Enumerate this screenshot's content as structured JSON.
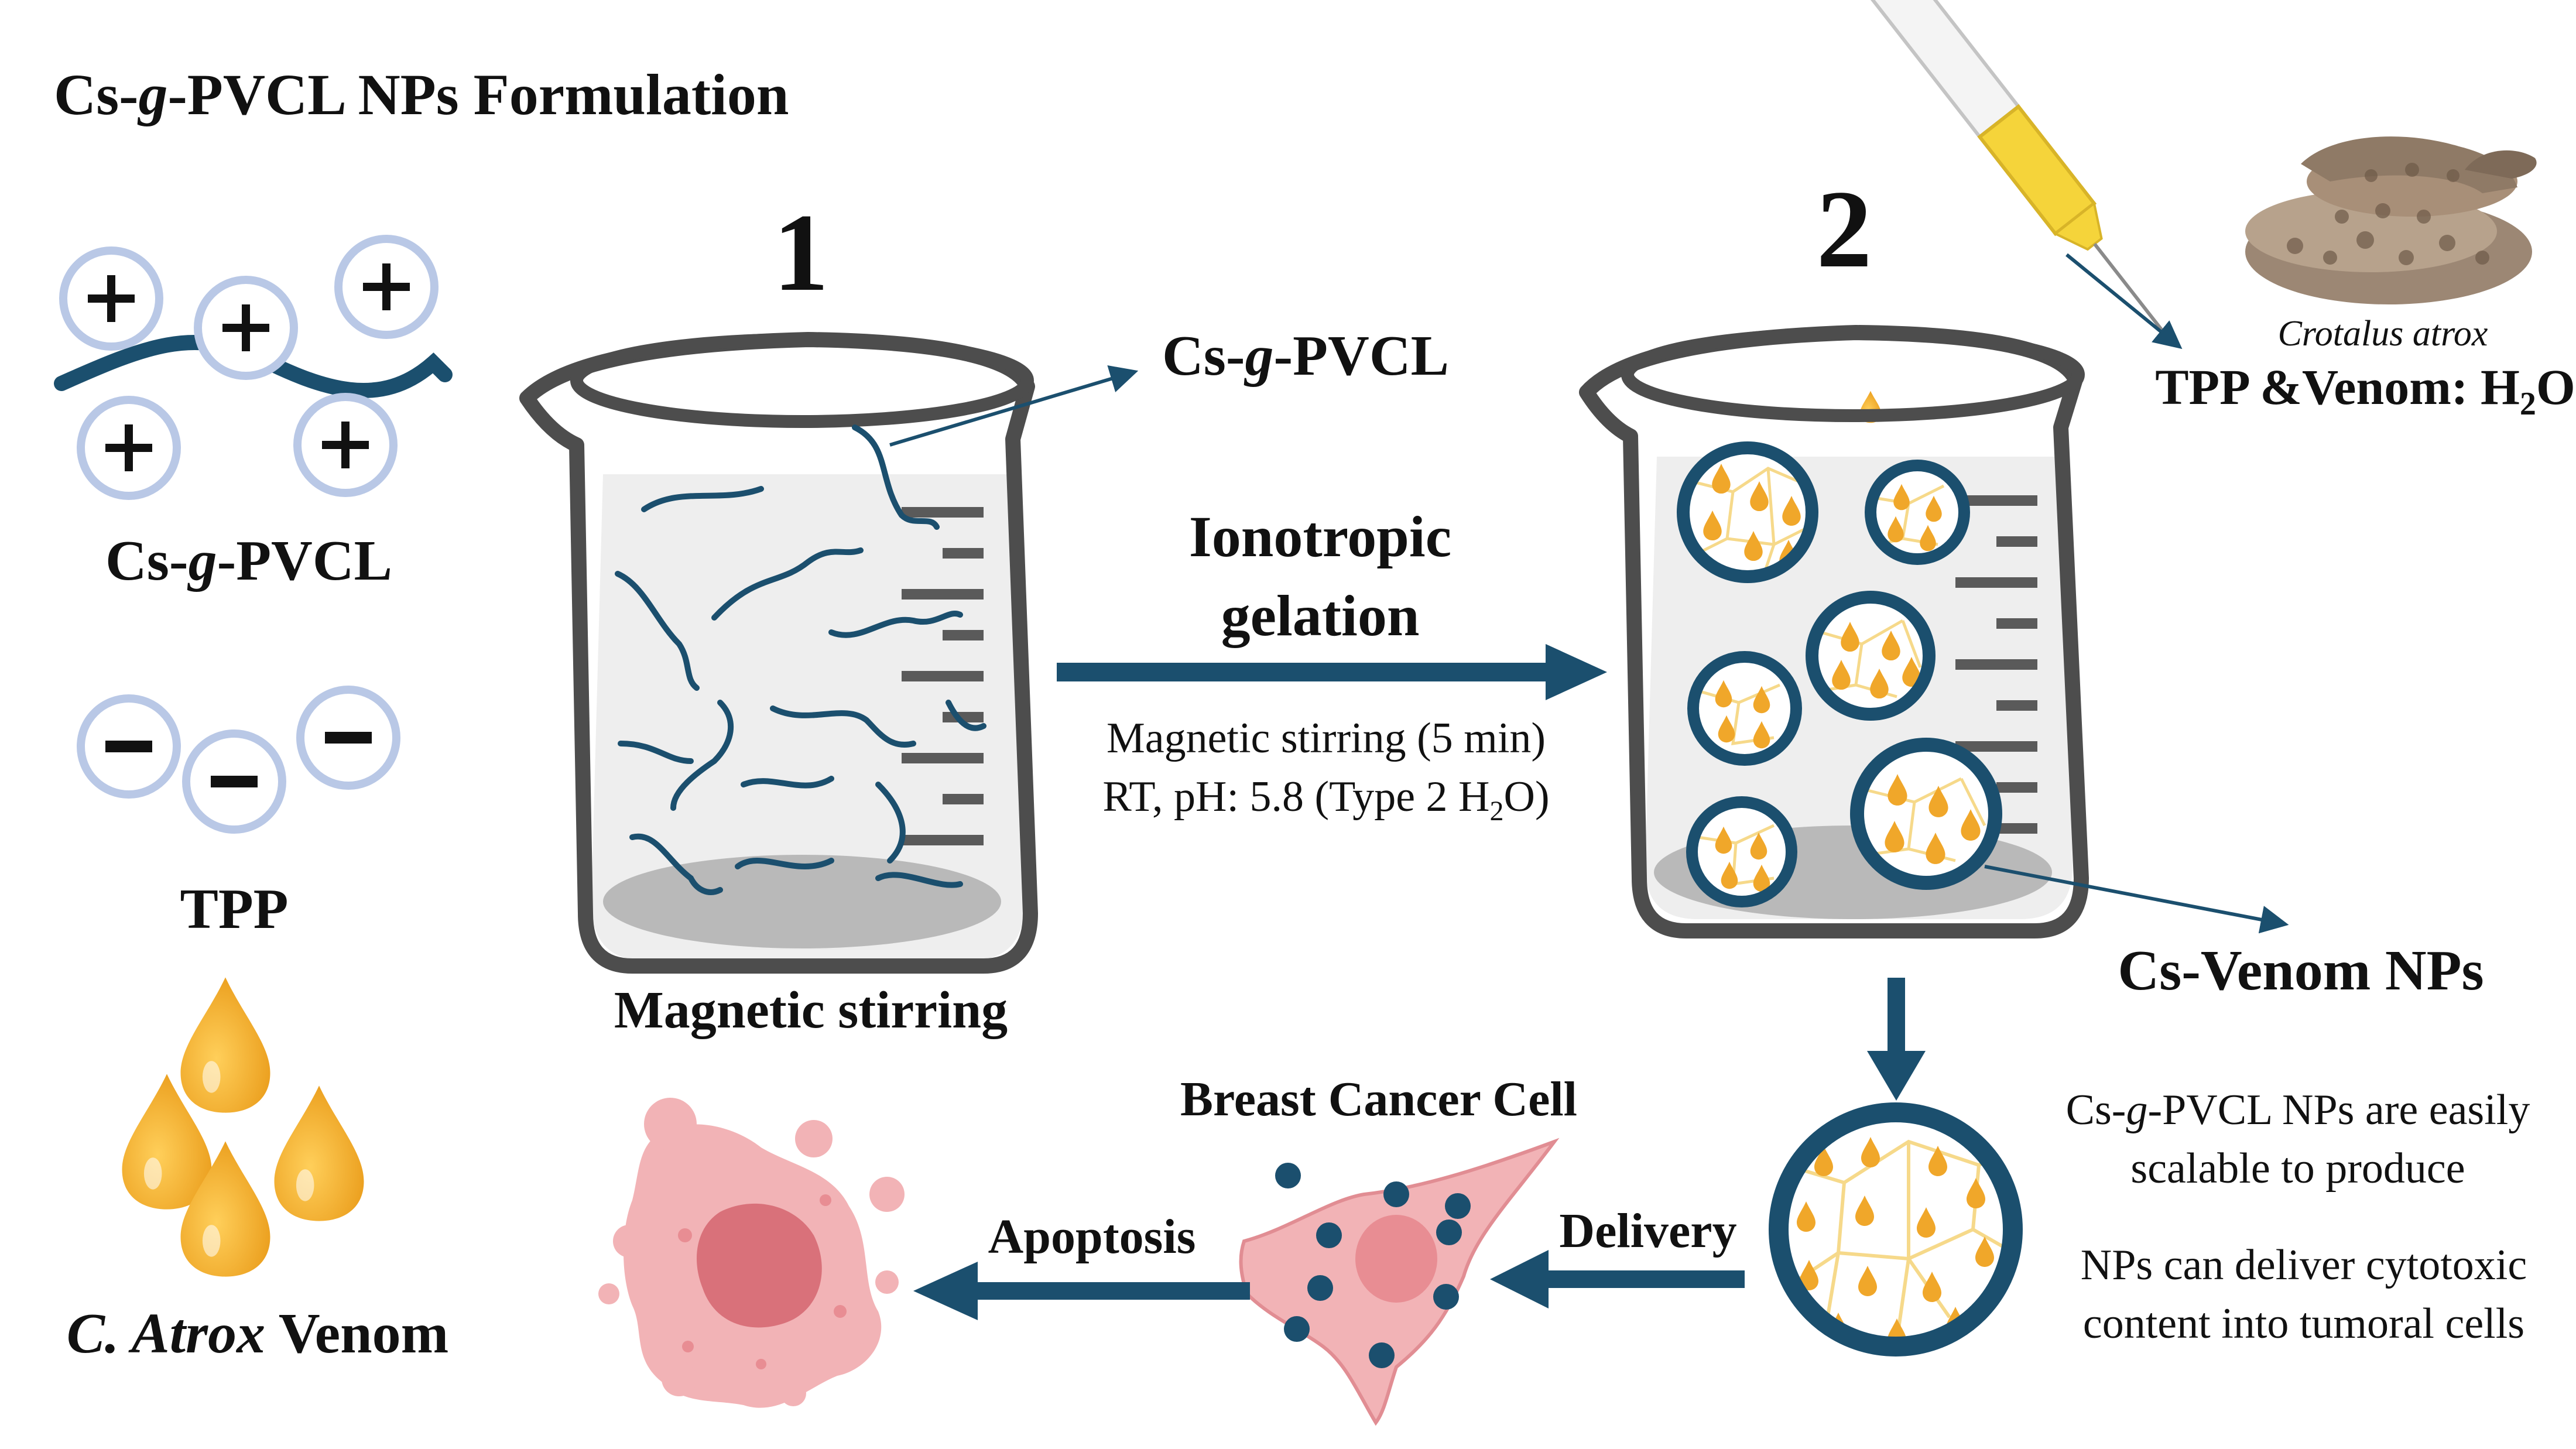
{
  "title": {
    "prefix": "Cs-",
    "italic": "g",
    "suffix": "-PVCL NPs Formulation"
  },
  "legend": {
    "polymer": {
      "prefix": "Cs-",
      "italic": "g",
      "suffix": "-PVCL"
    },
    "tpp": "TPP",
    "venom": {
      "italic": "C. Atrox",
      "suffix": " Venom"
    }
  },
  "step1": {
    "number": "1",
    "polymer_label": {
      "prefix": "Cs-",
      "italic": "g",
      "suffix": "-PVCL"
    },
    "caption": "Magnetic stirring"
  },
  "process": {
    "heading_line1": "Ionotropic",
    "heading_line2": "gelation",
    "conditions_line1": "Magnetic stirring (5 min)",
    "conditions_line2_prefix": "RT, pH: 5.8 (Type 2 H",
    "conditions_line2_sub": "2",
    "conditions_line2_suffix": "O)"
  },
  "step2": {
    "number": "2",
    "snake_species": "Crotalus atrox",
    "reagent_prefix": "TPP &Venom: H",
    "reagent_sub": "2",
    "reagent_suffix": "O",
    "product_label": "Cs-Venom NPs"
  },
  "notes": {
    "line1_prefix": "Cs-",
    "line1_italic": "g",
    "line1_suffix": "-PVCL NPs are easily",
    "line2": "scalable to produce",
    "line3": "NPs can deliver cytotoxic",
    "line4": "content into tumoral cells"
  },
  "pathway": {
    "delivery": "Delivery",
    "cell": "Breast Cancer Cell",
    "apoptosis": "Apoptosis"
  },
  "colors": {
    "navy": "#1b4f6e",
    "charge_ring": "#b9c8e6",
    "venom": "#f0a72a",
    "membrane": "#f6d98a",
    "cell_pink": "#f2b3b6",
    "apoptotic_pink": "#e88d93",
    "beaker_gray": "#4d4d4d"
  }
}
